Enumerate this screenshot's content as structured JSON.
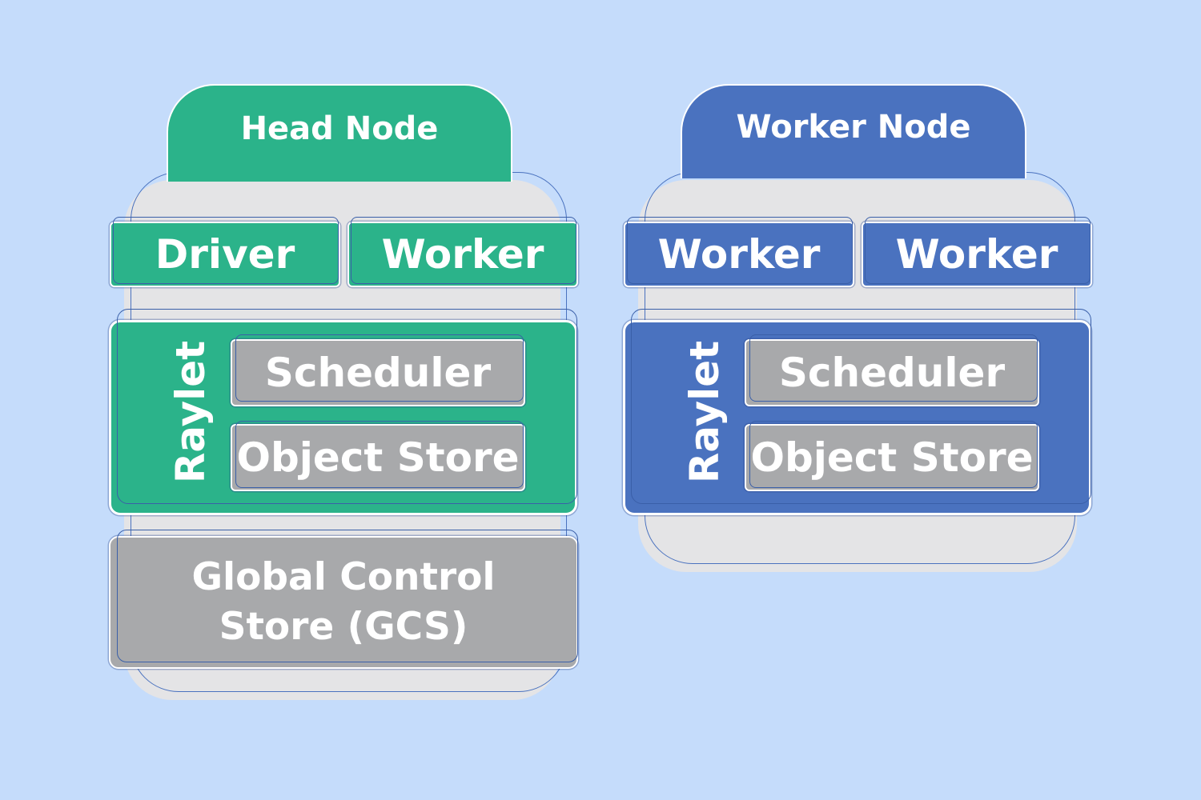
{
  "colors": {
    "background": "#c5dcfb",
    "head_accent": "#2bb38a",
    "worker_accent": "#4a72bf",
    "component_gray": "#a8a9ab",
    "node_body": "#e4e4e6"
  },
  "head_node": {
    "title": "Head Node",
    "processes": [
      "Driver",
      "Worker"
    ],
    "raylet": {
      "label": "Raylet",
      "components": [
        "Scheduler",
        "Object Store"
      ]
    },
    "gcs": {
      "line1": "Global Control",
      "line2": "Store (GCS)"
    }
  },
  "worker_node": {
    "title": "Worker Node",
    "processes": [
      "Worker",
      "Worker"
    ],
    "raylet": {
      "label": "Raylet",
      "components": [
        "Scheduler",
        "Object Store"
      ]
    }
  }
}
